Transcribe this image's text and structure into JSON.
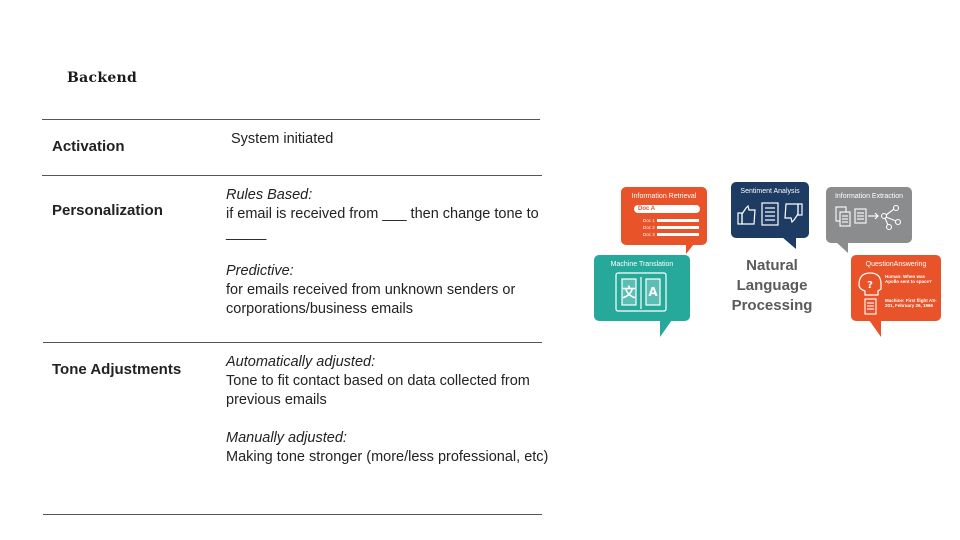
{
  "title": "Backend",
  "rows": [
    {
      "label": "Activation",
      "lines": [
        {
          "text": "System initiated",
          "style": "normal"
        }
      ]
    },
    {
      "label": "Personalization",
      "lines": [
        {
          "text": "Rules Based:",
          "style": "italic"
        },
        {
          "text": "if email is received from ___ then change tone to _____",
          "style": "normal"
        },
        {
          "text": "",
          "style": "gap"
        },
        {
          "text": "Predictive:",
          "style": "italic"
        },
        {
          "text": "for emails received from unknown senders or corporations/business emails",
          "style": "normal"
        }
      ]
    },
    {
      "label": "Tone Adjustments",
      "lines": [
        {
          "text": "Automatically adjusted:",
          "style": "italic"
        },
        {
          "text": "Tone to fit contact based on data collected from previous emails",
          "style": "normal"
        },
        {
          "text": "",
          "style": "gap"
        },
        {
          "text": "Manually adjusted:",
          "style": "italic"
        },
        {
          "text": "Making tone stronger (more/less professional, etc)",
          "style": "normal"
        }
      ]
    }
  ],
  "nlp_graphic": {
    "center_lines": [
      "Natural",
      "Language",
      "Processing"
    ],
    "bubbles": {
      "information_retrieval": {
        "title": "Information Retrieval",
        "search": "Doc A",
        "docs": [
          "Doc 1",
          "Doc 2",
          "Doc 3"
        ],
        "color": "#e8532a"
      },
      "sentiment_analysis": {
        "title": "Sentiment Analysis",
        "color": "#1d3b63"
      },
      "information_extraction": {
        "title": "Information Extraction",
        "color": "#8a8c8e"
      },
      "machine_translation": {
        "title": "Machine Translation",
        "color": "#26a99a"
      },
      "question_answering": {
        "title": "QuestionAnswering",
        "question": "Human: When was Apollo sent to space?",
        "answer": "Machine: First flight AS-201, February 26, 1966",
        "color": "#e8532a"
      }
    }
  }
}
